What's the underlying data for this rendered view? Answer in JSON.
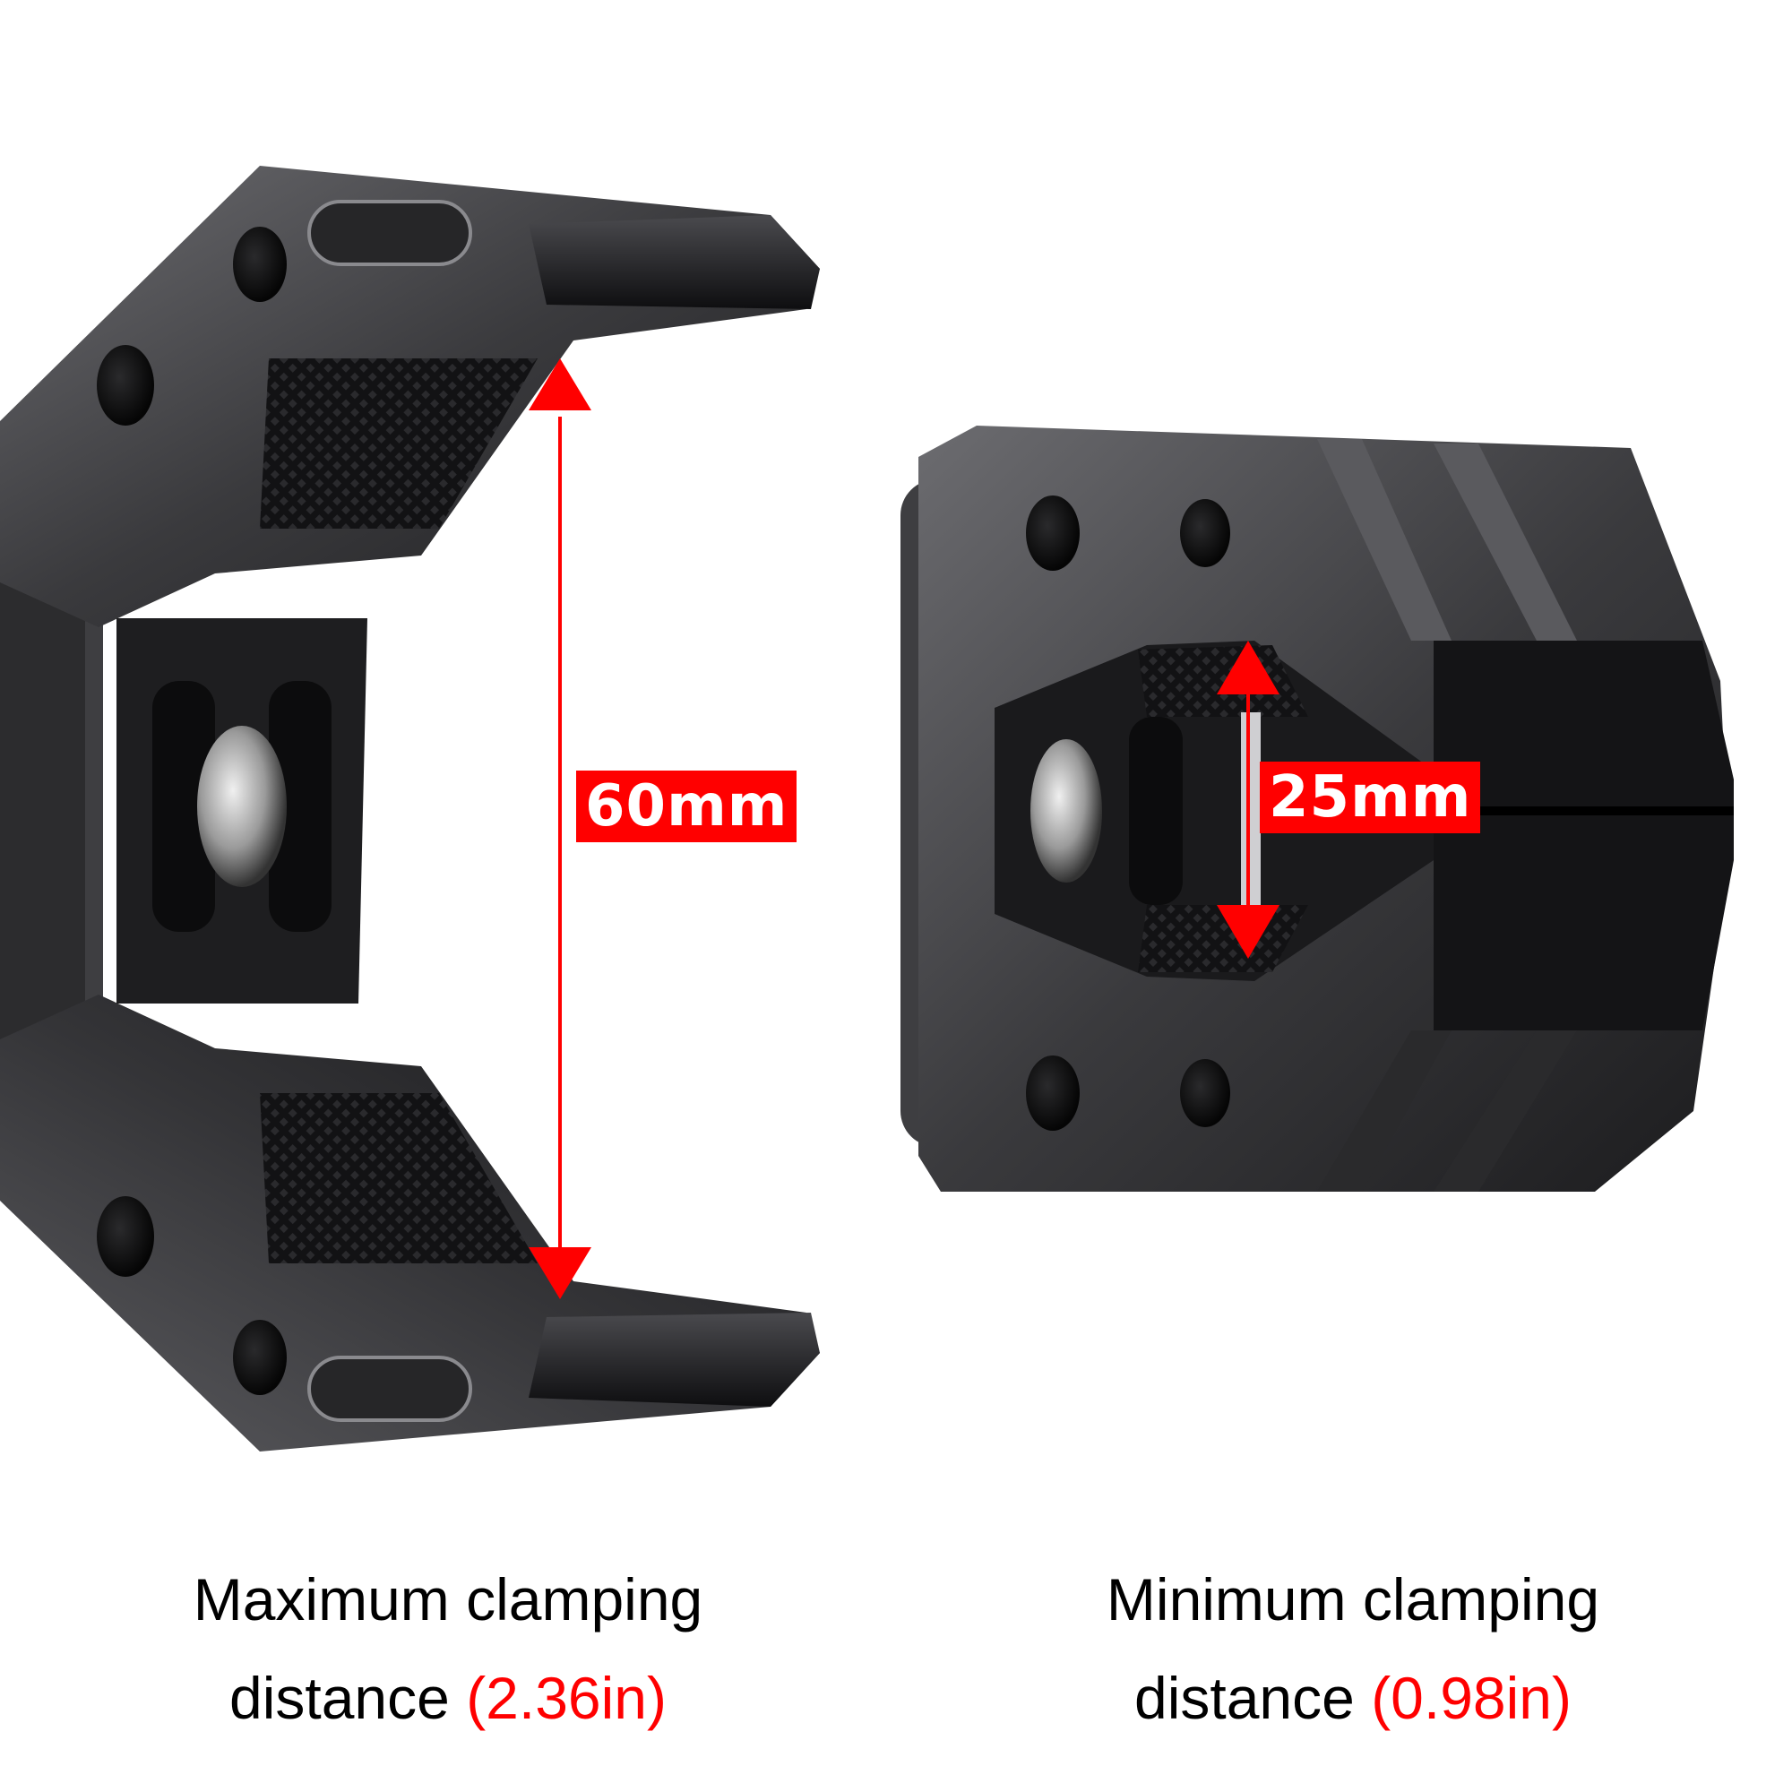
{
  "colors": {
    "accent_red": "#ff0000",
    "text": "#000000",
    "background": "#ffffff",
    "metal_dark": "#1a1a1a",
    "metal_mid": "#3c3c3e",
    "metal_light": "#6a6a6e"
  },
  "left_clamp": {
    "state": "open",
    "dimension_label": "60mm",
    "caption_line1": "Maximum clamping",
    "caption_line2_text": "distance",
    "caption_line2_value": "(2.36in)"
  },
  "right_clamp": {
    "state": "closed",
    "dimension_label": "25mm",
    "caption_line1": "Minimum clamping",
    "caption_line2_text": "distance",
    "caption_line2_value": "(0.98in)"
  },
  "icons": {
    "dimension_arrow": "red-double-headed-arrow"
  }
}
